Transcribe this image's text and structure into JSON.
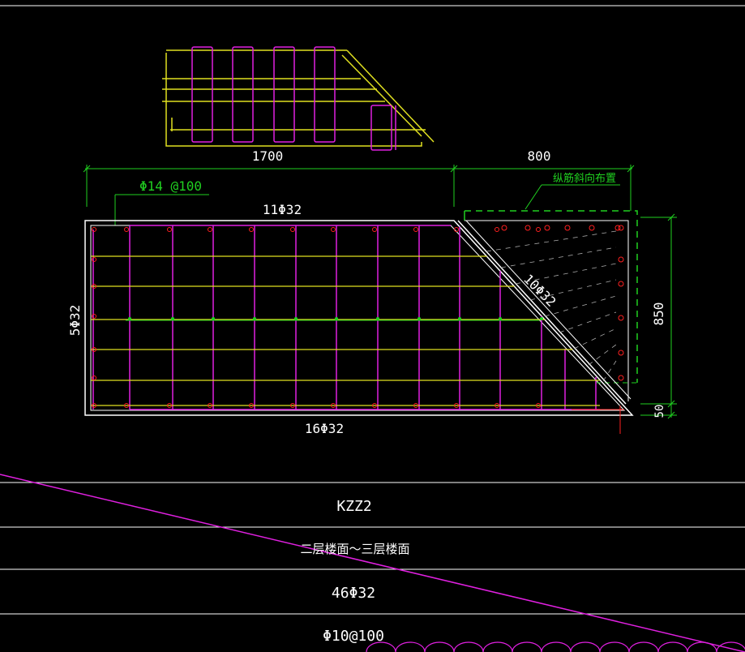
{
  "colors": {
    "background": "#000000",
    "frame": "#ffffff",
    "stirrup": "#e020e0",
    "main_bar": "#ff2020",
    "long_bar": "#e0e020",
    "dimension": "#20d020",
    "text": "#ffffff"
  },
  "elevation": {
    "dim_length": "1700"
  },
  "plan": {
    "dim_top_left": "1700",
    "dim_top_right": "800",
    "stirrup_label": "Φ14 @100",
    "top_bars": "11Φ32",
    "side_bars": "5Φ32",
    "bottom_bars": "16Φ32",
    "diagonal_bars": "10Φ32",
    "note": "纵筋斜向布置",
    "dim_right_height": "850",
    "dim_right_cover": "50"
  },
  "table": {
    "id": "KZZ2",
    "floors": "二层楼面～三层楼面",
    "longitudinal": "46Φ32",
    "stirrups": "Φ10@100"
  }
}
